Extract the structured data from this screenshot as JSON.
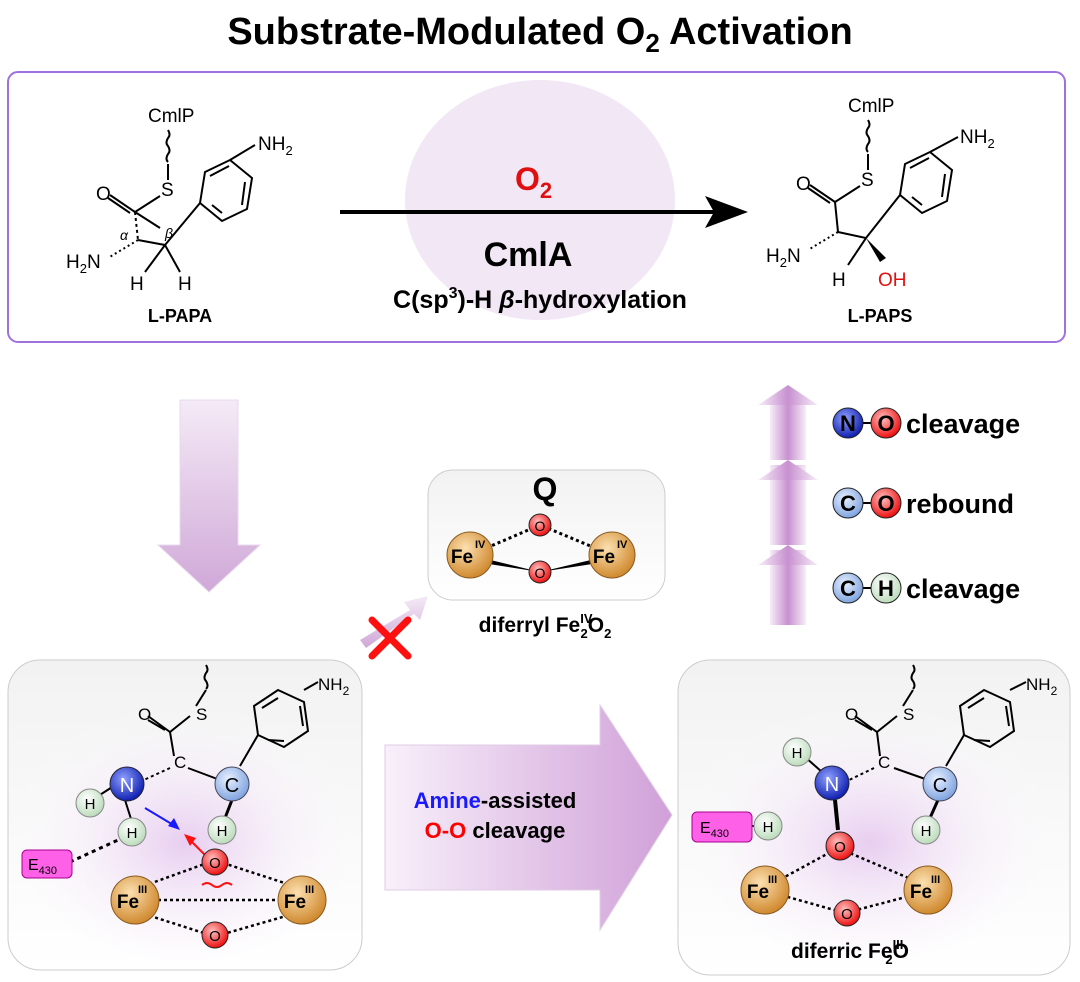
{
  "title": {
    "main": "Substrate-Modulated O",
    "sub": "2",
    "rest": " Activation"
  },
  "reaction": {
    "reactant": {
      "name": "L-PAPA",
      "cmlp": "CmlP",
      "o": "O",
      "s": "S",
      "nh2": "NH",
      "nh2_sub": "2",
      "h2n": "H",
      "h2n_sub": "2",
      "h2n_n": "N",
      "alpha": "α",
      "beta": "β",
      "h1": "H",
      "h2": "H"
    },
    "oxidant": {
      "label": "O",
      "sub": "2"
    },
    "enzyme": "CmlA",
    "reaction_type": {
      "pre": "C(sp",
      "sup": "3",
      "mid": ")-H ",
      "greek": "β",
      "post": "-hydroxylation"
    },
    "product": {
      "name": "L-PAPS",
      "cmlp": "CmlP",
      "o": "O",
      "s": "S",
      "nh2": "NH",
      "nh2_sub": "2",
      "h2n": "H",
      "h2n_sub": "2",
      "h2n_n": "N",
      "h": "H",
      "oh": "OH"
    }
  },
  "steps": [
    {
      "a": "N",
      "b": "O",
      "label": "cleavage",
      "color_a": "#2233dd",
      "color_b": "#e02020"
    },
    {
      "a": "C",
      "b": "O",
      "label": "rebound",
      "color_a": "#8fb0e8",
      "color_b": "#e02020"
    },
    {
      "a": "C",
      "b": "H",
      "label": "cleavage",
      "color_a": "#8fb0e8",
      "color_b": "#cfe8cf"
    }
  ],
  "intermediate_q": {
    "label": "Q",
    "fe": "Fe",
    "fe_ox": "IV",
    "o": "O",
    "caption_pre": "diferryl Fe",
    "caption_sup": "IV",
    "caption_sub1": "2",
    "caption_mid": "O",
    "caption_sub2": "2",
    "blocked": true
  },
  "left_complex": {
    "o": "O",
    "s": "S",
    "c1": "C",
    "c2": "C",
    "n": "N",
    "h": "H",
    "nh2": "NH",
    "nh2_sub": "2",
    "e430": "E",
    "e430_sub": "430",
    "fe": "Fe",
    "fe_ox": "III"
  },
  "transition": {
    "line1_a": "Amine",
    "line1_b": "-assisted",
    "line2_a": "O-O",
    "line2_b": " cleavage",
    "accent_blue": "#1a1aff",
    "accent_red": "#ff0000"
  },
  "right_complex": {
    "o": "O",
    "s": "S",
    "c1": "C",
    "c2": "C",
    "n": "N",
    "h": "H",
    "nh2": "NH",
    "nh2_sub": "2",
    "e430": "E",
    "e430_sub": "430",
    "fe": "Fe",
    "fe_ox": "III",
    "caption_pre": "diferric Fe",
    "caption_sup": "III",
    "caption_sub": "2",
    "caption_post": "O"
  },
  "colors": {
    "box_border": "#a070e0",
    "arrow_fill": "#d8b8e0",
    "fe": "#e0a050",
    "o": "#ff4040",
    "n": "#2a3ad8",
    "c": "#9ab8ea",
    "h": "#d4ead4",
    "e430": "#ff50e0"
  }
}
